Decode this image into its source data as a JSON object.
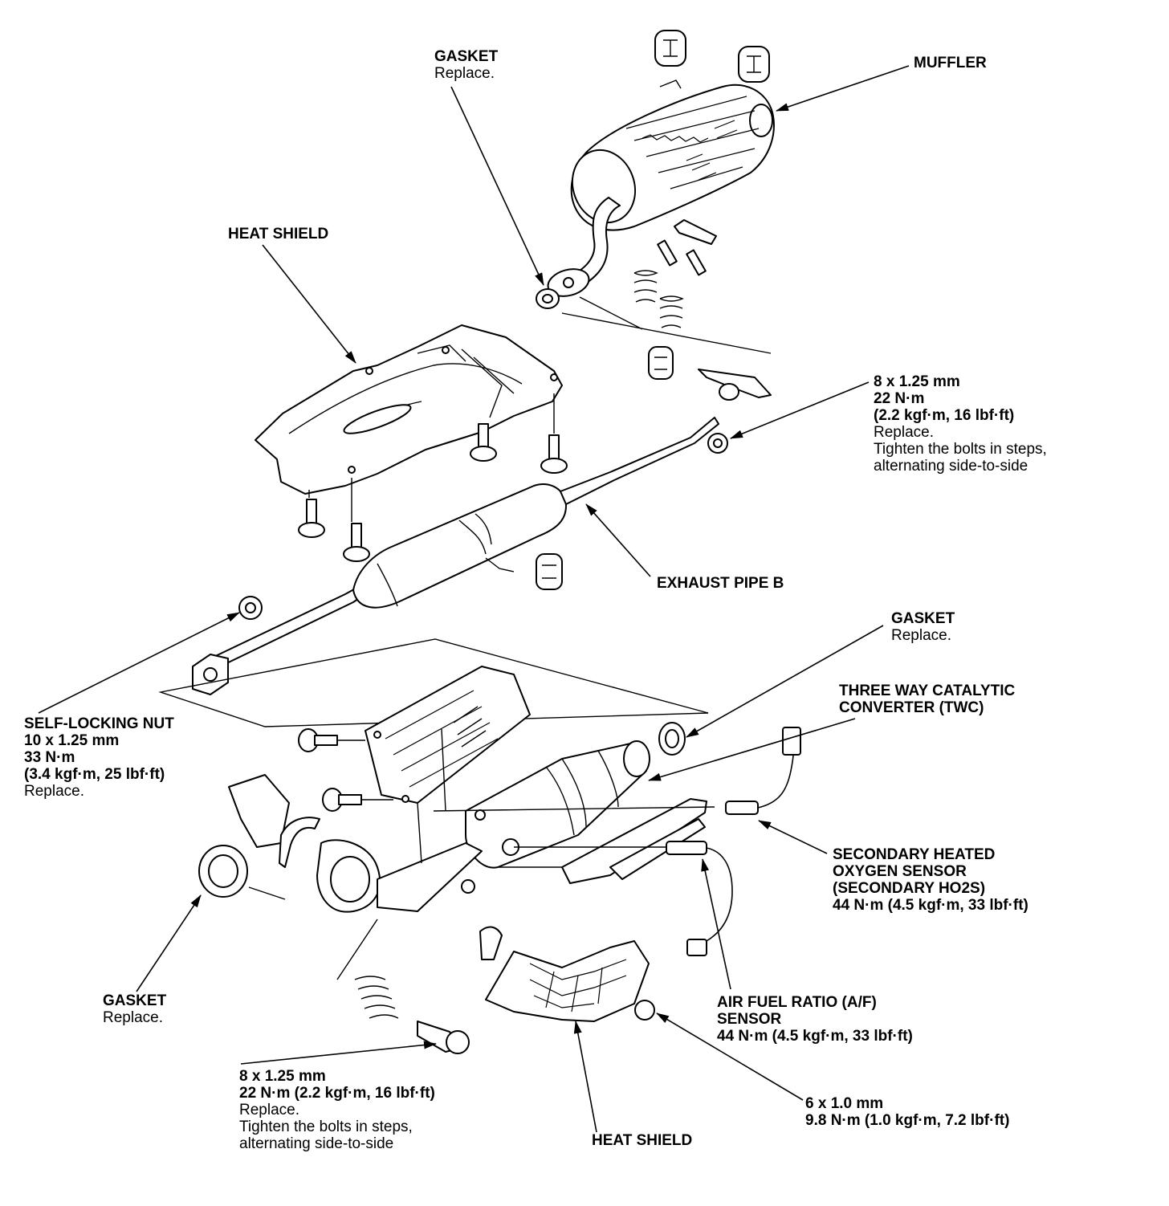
{
  "labels": {
    "gasket_top": {
      "title": "GASKET",
      "note": "Replace."
    },
    "muffler": {
      "title": "MUFFLER"
    },
    "heat_shield_top": {
      "title": "HEAT SHIELD"
    },
    "bolt_8x125_top": {
      "lines_bold": [
        "8 x 1.25 mm",
        "22 N·m",
        "(2.2 kgf·m, 16 lbf·ft)"
      ],
      "lines": [
        "Replace.",
        "Tighten the bolts in steps,",
        "alternating side-to-side"
      ]
    },
    "exhaust_pipe_b": {
      "title": "EXHAUST PIPE B"
    },
    "gasket_right": {
      "title": "GASKET",
      "note": "Replace."
    },
    "twc": {
      "lines_bold": [
        "THREE WAY CATALYTIC",
        "CONVERTER (TWC)"
      ]
    },
    "self_locking_nut": {
      "lines_bold": [
        "SELF-LOCKING NUT",
        "10 x 1.25 mm",
        "33 N·m",
        "(3.4 kgf·m, 25 lbf·ft)"
      ],
      "note": "Replace."
    },
    "secondary_ho2s": {
      "lines_bold": [
        "SECONDARY HEATED",
        "OXYGEN SENSOR",
        "(SECONDARY HO2S)",
        "44 N·m (4.5 kgf·m, 33 lbf·ft)"
      ]
    },
    "gasket_left": {
      "title": "GASKET",
      "note": "Replace."
    },
    "af_sensor": {
      "lines_bold": [
        "AIR FUEL RATIO (A/F)",
        "SENSOR",
        "44 N·m (4.5 kgf·m, 33 lbf·ft)"
      ]
    },
    "bolt_8x125_bottom": {
      "lines_bold": [
        "8 x 1.25 mm",
        "22 N·m (2.2 kgf·m, 16 lbf·ft)"
      ],
      "lines": [
        "Replace.",
        "Tighten the bolts in steps,",
        "alternating side-to-side"
      ]
    },
    "bolt_6x10": {
      "lines_bold": [
        "6 x 1.0 mm",
        "9.8 N·m (1.0 kgf·m, 7.2 lbf·ft)"
      ]
    },
    "heat_shield_bottom": {
      "title": "HEAT SHIELD"
    }
  }
}
